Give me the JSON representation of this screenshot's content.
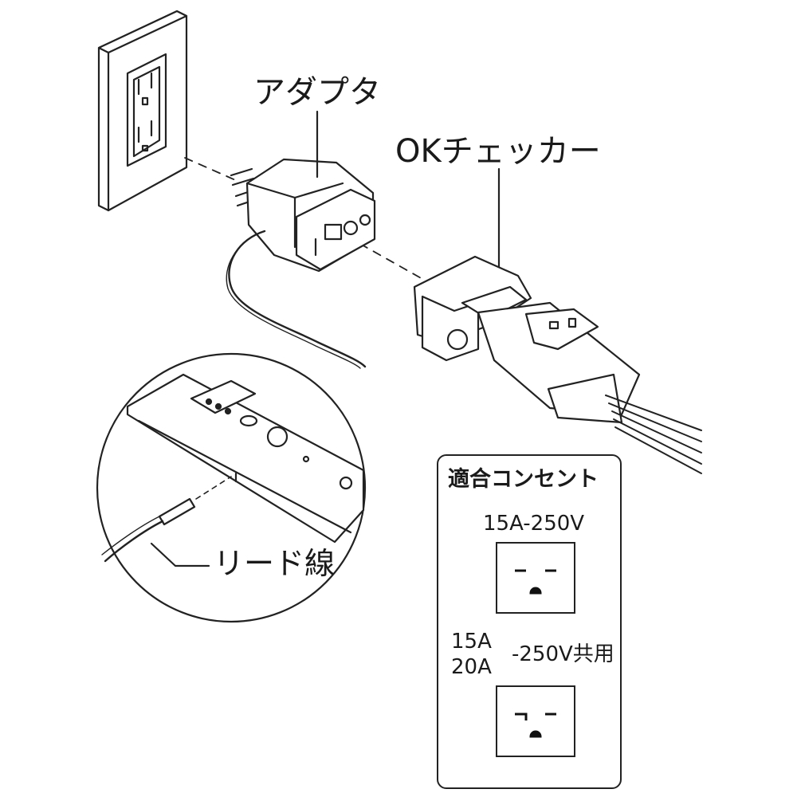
{
  "labels": {
    "adapter": "アダプタ",
    "ok_checker": "OKチェッカー",
    "lead_wire": "リード線"
  },
  "compatible_outlets": {
    "title": "適合コンセント",
    "outlet_1": {
      "rating": "15A-250V"
    },
    "outlet_2": {
      "rating_a": "15A",
      "rating_b": "20A",
      "rating_suffix": "-250V共用"
    }
  }
}
